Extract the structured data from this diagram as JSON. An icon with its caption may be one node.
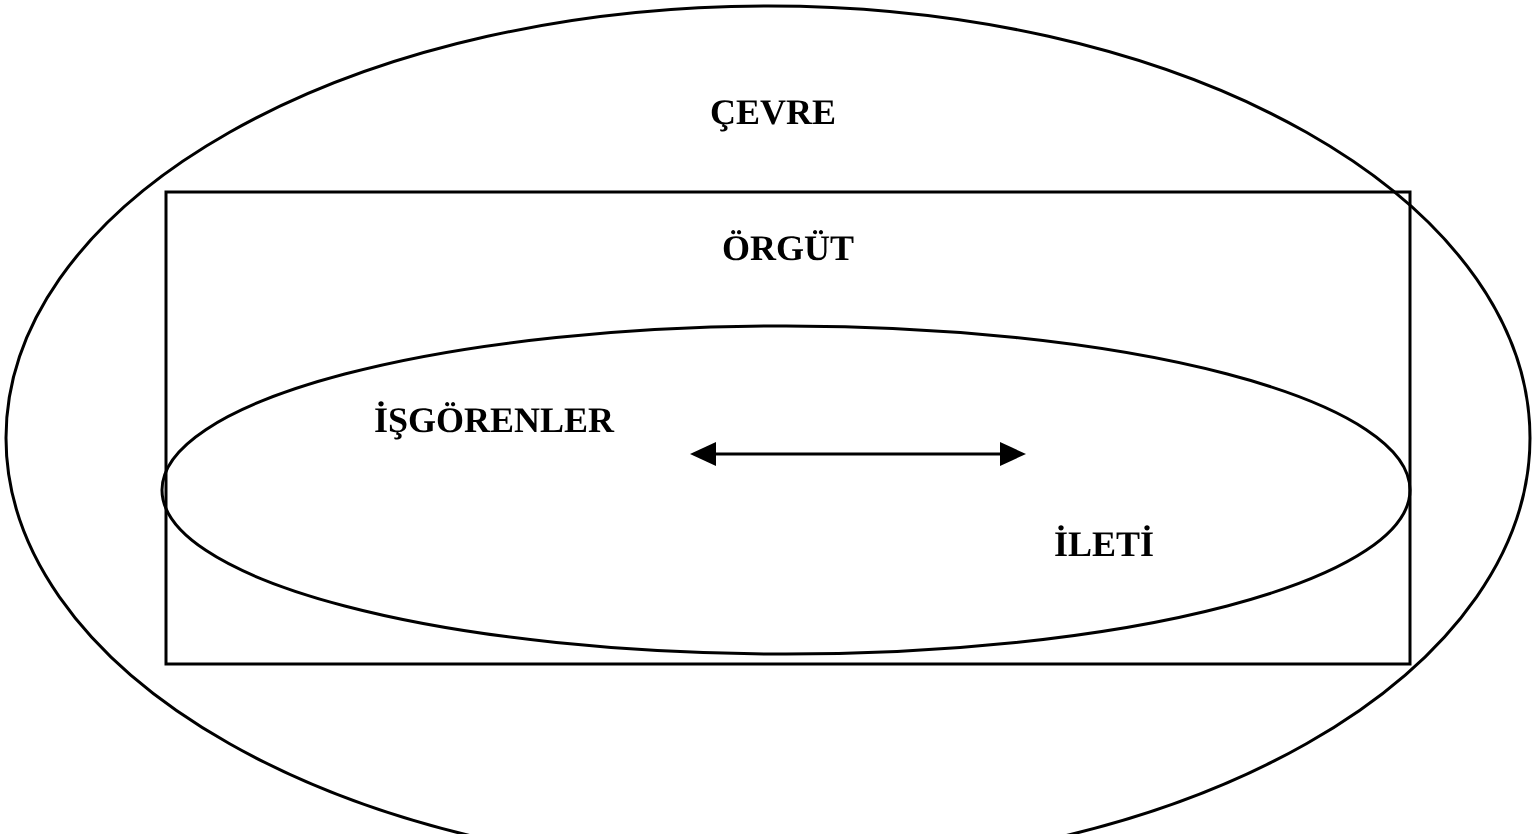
{
  "diagram": {
    "nodes": [
      {
        "text": [
          "ÇEVRE"
        ]
      },
      {
        "text": [
          "ÖRGÜT"
        ],
        "in": 0
      },
      {
        "text": [
          "İŞGÖRENLER",
          "İLETİ"
        ],
        "in": 1
      }
    ]
  }
}
